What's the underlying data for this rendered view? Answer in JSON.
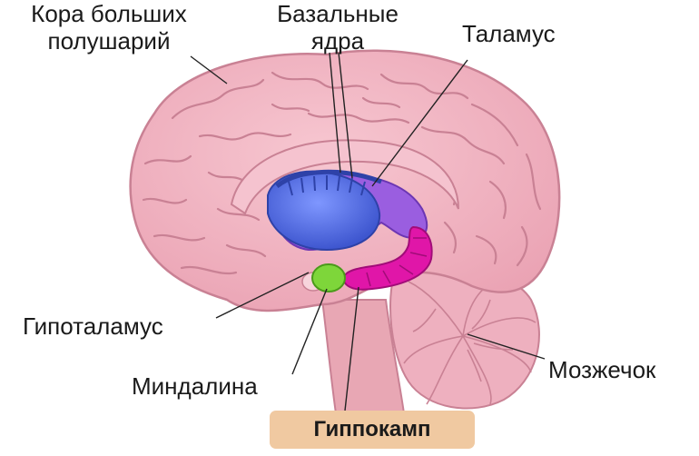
{
  "labels": {
    "cortex": [
      "Кора больших",
      "полушарий"
    ],
    "basal_ganglia": [
      "Базальные",
      "ядра"
    ],
    "thalamus": "Таламус",
    "hypothalamus": "Гипоталамус",
    "amygdala": "Миндалина",
    "cerebellum": "Мозжечок",
    "hippocampus": "Гиппокамп"
  },
  "colors": {
    "cortex": "#f1b3c0",
    "cortex_outline": "#c98194",
    "brainstem": "#e8a7b4",
    "basal_ganglia": "#5872e6",
    "thalamus": "#9a5ee0",
    "hippocampus": "#e016a8",
    "amygdala": "#7ed63a",
    "hypothalamus_badge": "#f0c9a1",
    "leader_line": "#222222"
  }
}
